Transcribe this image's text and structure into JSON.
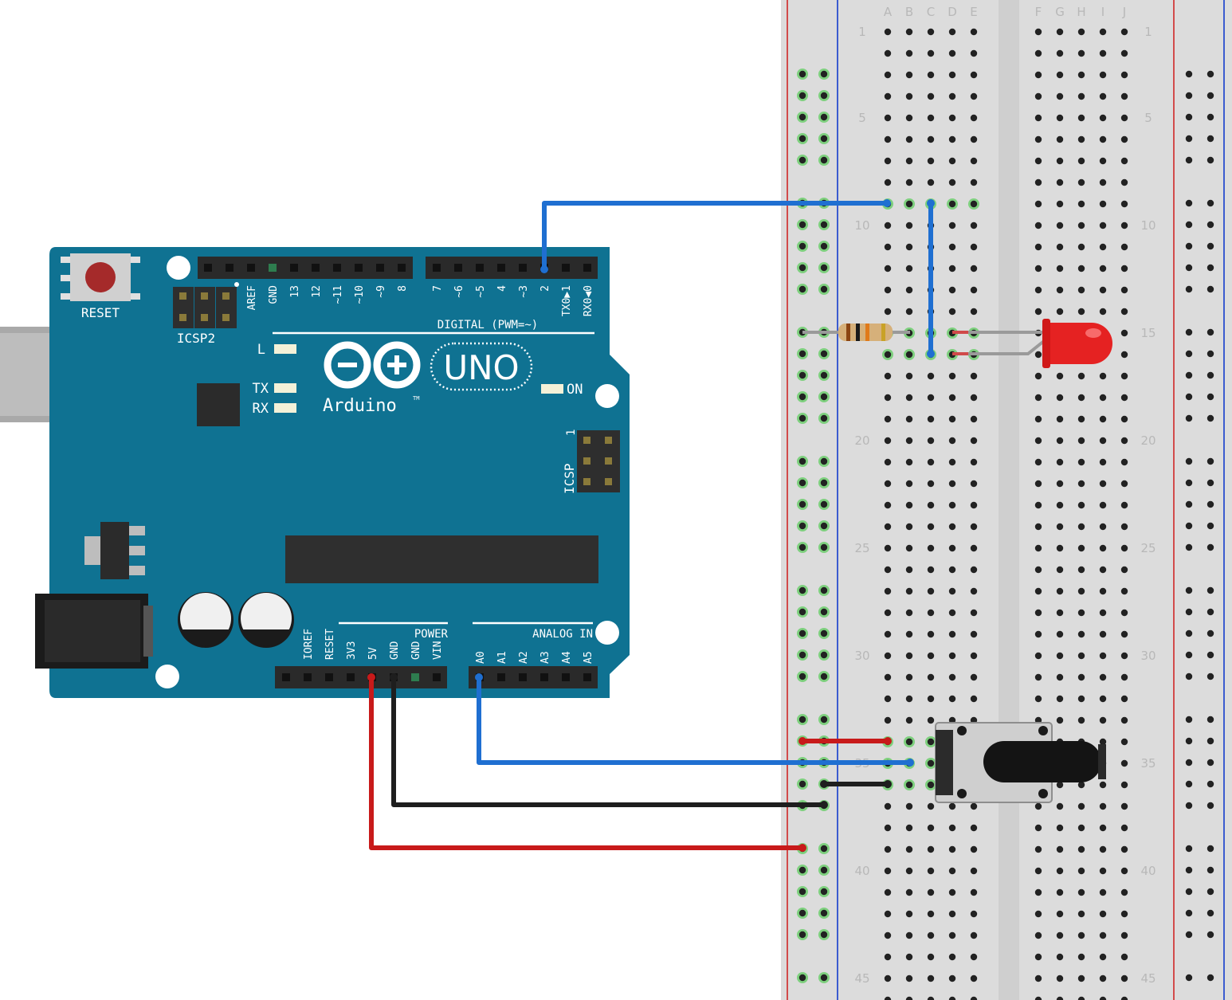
{
  "board": {
    "reset": "RESET",
    "icsp2": "ICSP2",
    "icsp": "ICSP",
    "icsp_pin1": "1",
    "logo_text": "Arduino",
    "tm": "TM",
    "uno": "UNO",
    "led_l": "L",
    "led_tx": "TX",
    "led_rx": "RX",
    "led_on": "ON",
    "digital_label": "DIGITAL (PWM=~)",
    "power_label": "POWER",
    "analog_label": "ANALOG IN",
    "digital_pins_left": [
      "AREF",
      "GND",
      "13",
      "12",
      "~11",
      "~10",
      "~9",
      "8"
    ],
    "digital_pins_right": [
      "7",
      "~6",
      "~5",
      "4",
      "~3",
      "2",
      "TX0▶1",
      "RX0◀0"
    ],
    "power_pins": [
      "IOREF",
      "RESET",
      "3V3",
      "5V",
      "GND",
      "GND",
      "VIN"
    ],
    "analog_pins": [
      "A0",
      "A1",
      "A2",
      "A3",
      "A4",
      "A5"
    ]
  },
  "breadboard": {
    "columns_left": [
      "A",
      "B",
      "C",
      "D",
      "E"
    ],
    "columns_right": [
      "F",
      "G",
      "H",
      "I",
      "J"
    ],
    "row_numbers": [
      "1",
      "5",
      "10",
      "15",
      "20",
      "25",
      "30",
      "35",
      "40",
      "45"
    ]
  },
  "colors": {
    "board": "#0f7292",
    "wire_blue": "#1f6fd1",
    "wire_red": "#c81a1a",
    "wire_black": "#1e1e1e",
    "led": "#e52222",
    "rail_red": "#d24b4b",
    "rail_blue": "#3b5ccf"
  }
}
